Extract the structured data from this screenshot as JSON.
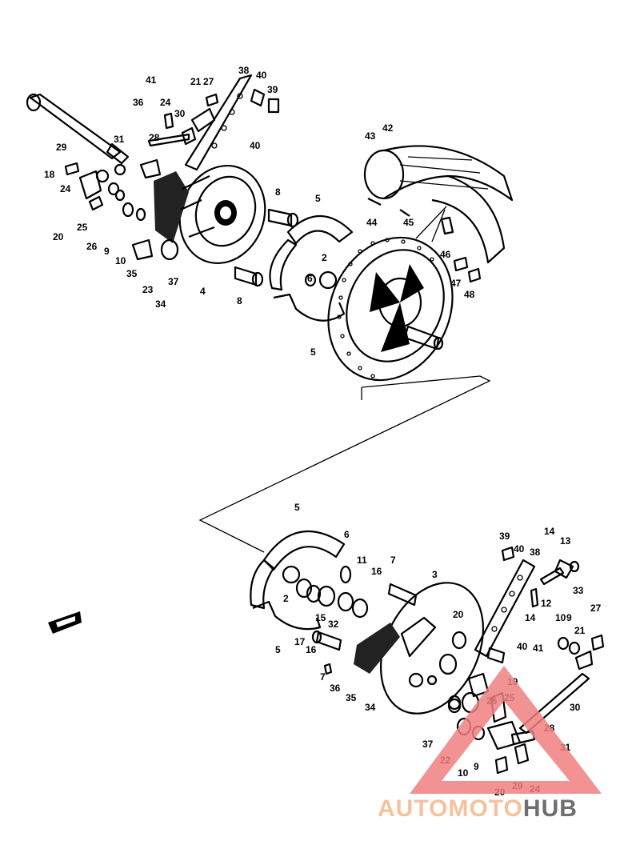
{
  "watermark": {
    "word_a": "AUTOMOTO",
    "word_b": "HUB",
    "color_a": "#f5b78c",
    "color_b": "#555555",
    "triangle_color": "#f08080"
  },
  "front_assembly_labels": [
    {
      "id": "f18",
      "text": "18"
    },
    {
      "id": "f29",
      "text": "29"
    },
    {
      "id": "f24",
      "text": "24"
    },
    {
      "id": "f20",
      "text": "20"
    },
    {
      "id": "f25",
      "text": "25"
    },
    {
      "id": "f26",
      "text": "26"
    },
    {
      "id": "f9",
      "text": "9"
    },
    {
      "id": "f10",
      "text": "10"
    },
    {
      "id": "f31",
      "text": "31"
    },
    {
      "id": "f36",
      "text": "36"
    },
    {
      "id": "f41",
      "text": "41"
    },
    {
      "id": "f24b",
      "text": "24"
    },
    {
      "id": "f28",
      "text": "28"
    },
    {
      "id": "f30",
      "text": "30"
    },
    {
      "id": "f21",
      "text": "21"
    },
    {
      "id": "f27",
      "text": "27"
    },
    {
      "id": "f38",
      "text": "38"
    },
    {
      "id": "f40",
      "text": "40"
    },
    {
      "id": "f39",
      "text": "39"
    },
    {
      "id": "f40b",
      "text": "40"
    },
    {
      "id": "f35",
      "text": "35"
    },
    {
      "id": "f23",
      "text": "23"
    },
    {
      "id": "f34",
      "text": "34"
    },
    {
      "id": "f37",
      "text": "37"
    },
    {
      "id": "f4",
      "text": "4"
    },
    {
      "id": "f8",
      "text": "8"
    },
    {
      "id": "f8b",
      "text": "8"
    },
    {
      "id": "f5",
      "text": "5"
    },
    {
      "id": "f2",
      "text": "2"
    },
    {
      "id": "f6",
      "text": "6"
    },
    {
      "id": "f5b",
      "text": "5"
    },
    {
      "id": "f43",
      "text": "43"
    },
    {
      "id": "f42",
      "text": "42"
    },
    {
      "id": "f44",
      "text": "44"
    },
    {
      "id": "f45",
      "text": "45"
    },
    {
      "id": "f46",
      "text": "46"
    },
    {
      "id": "f47",
      "text": "47"
    },
    {
      "id": "f48",
      "text": "48"
    }
  ],
  "rear_assembly_labels": [
    {
      "id": "r5",
      "text": "5"
    },
    {
      "id": "r6",
      "text": "6"
    },
    {
      "id": "r11",
      "text": "11"
    },
    {
      "id": "r16",
      "text": "16"
    },
    {
      "id": "r7",
      "text": "7"
    },
    {
      "id": "r3",
      "text": "3"
    },
    {
      "id": "r2",
      "text": "2"
    },
    {
      "id": "r17",
      "text": "17"
    },
    {
      "id": "r15",
      "text": "15"
    },
    {
      "id": "r32",
      "text": "32"
    },
    {
      "id": "r16b",
      "text": "16"
    },
    {
      "id": "r5b",
      "text": "5"
    },
    {
      "id": "r7b",
      "text": "7"
    },
    {
      "id": "r36",
      "text": "36"
    },
    {
      "id": "r35",
      "text": "35"
    },
    {
      "id": "r34",
      "text": "34"
    },
    {
      "id": "r20",
      "text": "20"
    },
    {
      "id": "r39",
      "text": "39"
    },
    {
      "id": "r40",
      "text": "40"
    },
    {
      "id": "r38",
      "text": "38"
    },
    {
      "id": "r14",
      "text": "14"
    },
    {
      "id": "r13",
      "text": "13"
    },
    {
      "id": "r33",
      "text": "33"
    },
    {
      "id": "r12",
      "text": "12"
    },
    {
      "id": "r14b",
      "text": "14"
    },
    {
      "id": "r10",
      "text": "10"
    },
    {
      "id": "r9",
      "text": "9"
    },
    {
      "id": "r27",
      "text": "27"
    },
    {
      "id": "r21",
      "text": "21"
    },
    {
      "id": "r40b",
      "text": "40"
    },
    {
      "id": "r41",
      "text": "41"
    },
    {
      "id": "r19",
      "text": "19"
    },
    {
      "id": "r26",
      "text": "26"
    },
    {
      "id": "r25",
      "text": "25"
    },
    {
      "id": "r30",
      "text": "30"
    },
    {
      "id": "r28",
      "text": "28"
    },
    {
      "id": "r37",
      "text": "37"
    },
    {
      "id": "r31",
      "text": "31"
    },
    {
      "id": "r22",
      "text": "22"
    },
    {
      "id": "r10b",
      "text": "10"
    },
    {
      "id": "r9b",
      "text": "9"
    },
    {
      "id": "r29",
      "text": "29"
    },
    {
      "id": "r24",
      "text": "24"
    },
    {
      "id": "r20b",
      "text": "20"
    }
  ]
}
